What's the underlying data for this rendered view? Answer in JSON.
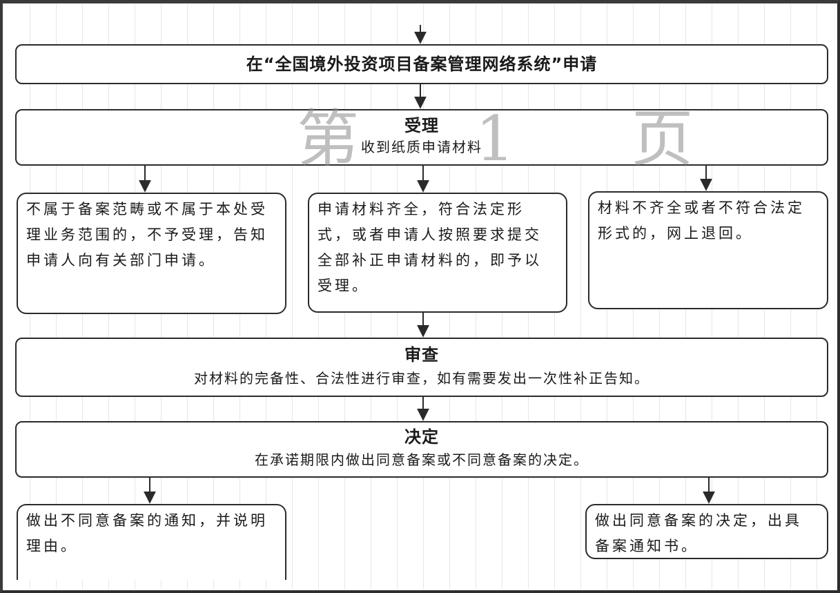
{
  "watermark": "第 1 页",
  "step_apply": {
    "text": "在“全国境外投资项目备案管理网络系统”申请"
  },
  "step_accept": {
    "title": "受理",
    "subtitle": "收到纸质申请材料"
  },
  "branches": {
    "left": "不属于备案范畴或不属于本处受理业务范围的，不予受理，告知申请人向有关部门申请。",
    "middle": "申请材料齐全，符合法定形式，或者申请人按照要求提交全部补正申请材料的，即予以受理。",
    "right": "材料不齐全或者不符合法定形式的，网上退回。"
  },
  "step_review": {
    "title": "审查",
    "subtitle": "对材料的完备性、合法性进行审查，如有需要发出一次性补正告知。"
  },
  "step_decision": {
    "title": "决定",
    "subtitle": "在承诺期限内做出同意备案或不同意备案的决定。"
  },
  "outcomes": {
    "reject": "做出不同意备案的通知，并说明理由。",
    "approve": "做出同意备案的决定，出具备案通知书。"
  },
  "colors": {
    "line": "#2a2a2a",
    "watermark": "#8c8c8c"
  }
}
